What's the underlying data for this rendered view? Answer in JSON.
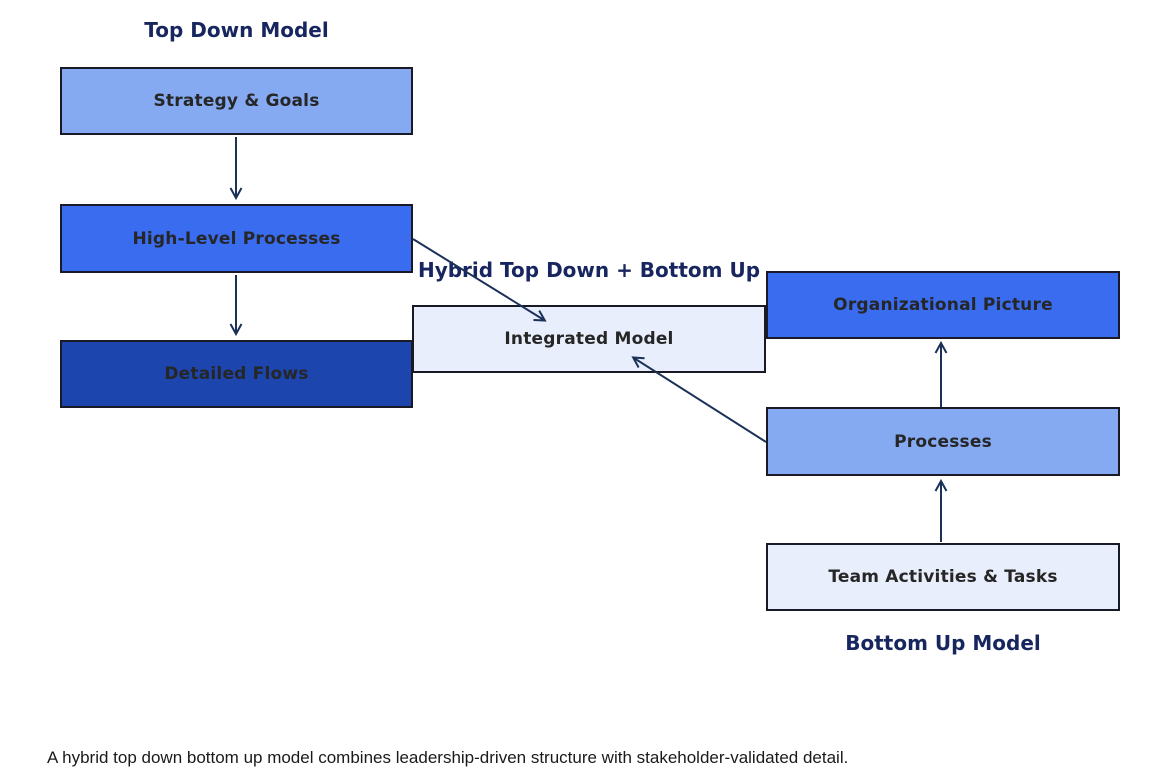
{
  "palette": {
    "light_blue": "#85aaf2",
    "bright_blue": "#3a6cf0",
    "dark_blue": "#1c45ae",
    "pale_blue": "#e8eefb",
    "title_navy": "#17265e",
    "arrow_navy": "#1b3158",
    "border_dark": "#1a1a26",
    "label_dark": "#262626",
    "caption_dark": "#1a1a1a"
  },
  "titles": {
    "top_down": "Top Down Model",
    "hybrid": "Hybrid Top Down + Bottom Up",
    "bottom_up": "Bottom Up Model"
  },
  "boxes": {
    "strategy_goals": "Strategy & Goals",
    "high_level_processes": "High-Level Processes",
    "detailed_flows": "Detailed Flows",
    "integrated_model": "Integrated Model",
    "organizational_picture": "Organizational Picture",
    "processes": "Processes",
    "team_activities": "Team Activities & Tasks"
  },
  "caption": "A hybrid top down bottom up model combines leadership-driven structure with stakeholder-validated detail."
}
